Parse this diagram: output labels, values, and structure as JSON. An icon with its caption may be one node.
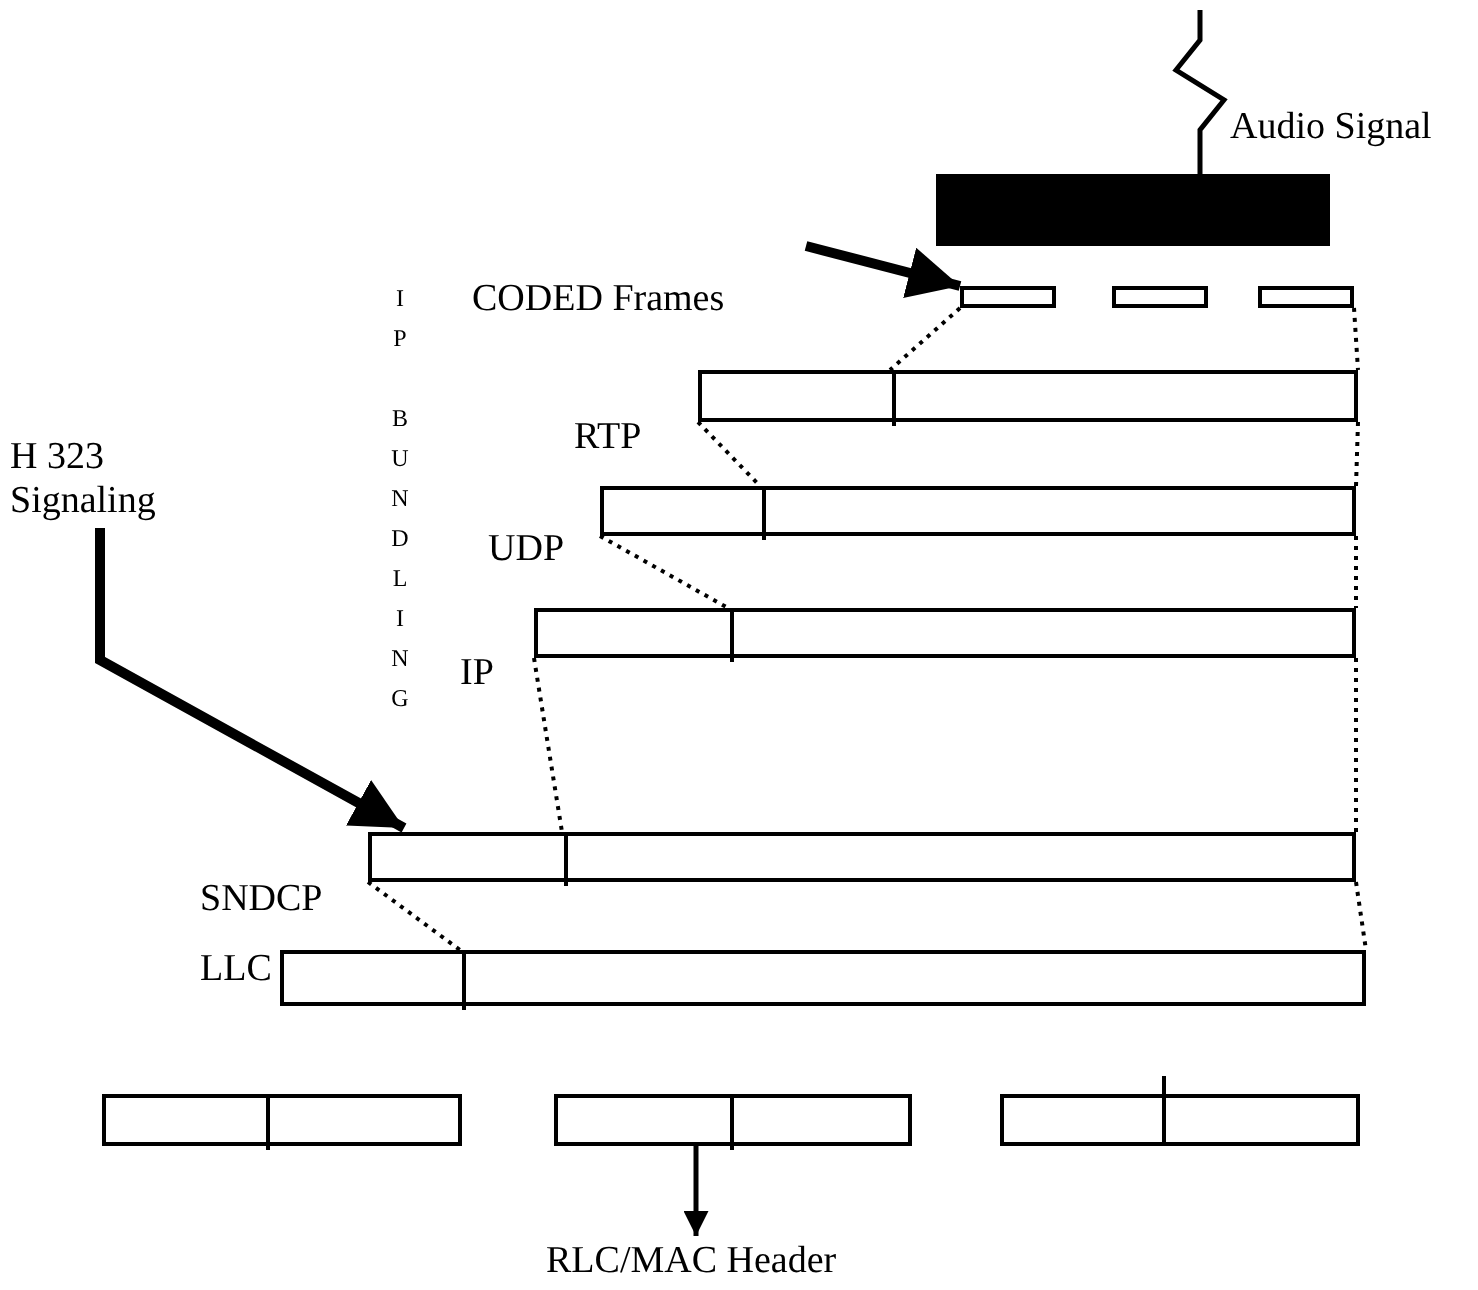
{
  "diagram": {
    "nodes": [
      {
        "text": [],
        "shape": "box"
      },
      {
        "text": [
          "CODED Frames"
        ]
      },
      {
        "text": [],
        "shape": "box"
      },
      {
        "text": [],
        "shape": "box"
      },
      {
        "text": [],
        "shape": "box"
      },
      {
        "text": [],
        "shape": "box",
        "beside": [
          "RTP"
        ]
      },
      {
        "text": [],
        "shape": "box",
        "beside": [
          "UDP"
        ]
      },
      {
        "text": [],
        "shape": "box",
        "beside": [
          "IP"
        ]
      },
      {
        "text": [
          "H 323 Signaling"
        ]
      },
      {
        "text": [],
        "shape": "box",
        "beside": [
          "SNDCP"
        ]
      },
      {
        "text": [],
        "shape": "box",
        "beside": [
          "LLC"
        ]
      },
      {
        "text": [],
        "shape": "box"
      },
      {
        "text": [],
        "shape": "box"
      },
      {
        "text": [],
        "shape": "box"
      },
      {
        "text": [
          "RLC/MAC Header"
        ]
      }
    ],
    "edges": [
      {
        "from": null,
        "to": 0,
        "arrow": "none"
      },
      {
        "from": 1,
        "to": 2,
        "arrow": "to",
        "style": "thick"
      },
      {
        "from": 2,
        "to": 5,
        "arrow": "none",
        "style": "dashed"
      },
      {
        "from": 4,
        "to": 5,
        "arrow": "none",
        "style": "dashed"
      },
      {
        "from": 5,
        "to": 6,
        "arrow": "none",
        "style": "dashed"
      },
      {
        "from": 5,
        "to": 6,
        "arrow": "none",
        "style": "dashed"
      },
      {
        "from": 6,
        "to": 7,
        "arrow": "none",
        "style": "dashed"
      },
      {
        "from": 6,
        "to": 7,
        "arrow": "none",
        "style": "dashed"
      },
      {
        "from": 7,
        "to": 9,
        "arrow": "none",
        "style": "dashed"
      },
      {
        "from": 7,
        "to": 9,
        "arrow": "none",
        "style": "dashed"
      },
      {
        "from": 9,
        "to": 10,
        "arrow": "none",
        "style": "dashed"
      },
      {
        "from": 9,
        "to": 10,
        "arrow": "none",
        "style": "dashed"
      },
      {
        "from": 8,
        "to": 9,
        "arrow": "to",
        "style": "thick"
      },
      {
        "from": 12,
        "to": 14,
        "arrow": "to"
      }
    ],
    "labels": [
      "Audio Signal",
      "IP BUNDLING"
    ]
  }
}
